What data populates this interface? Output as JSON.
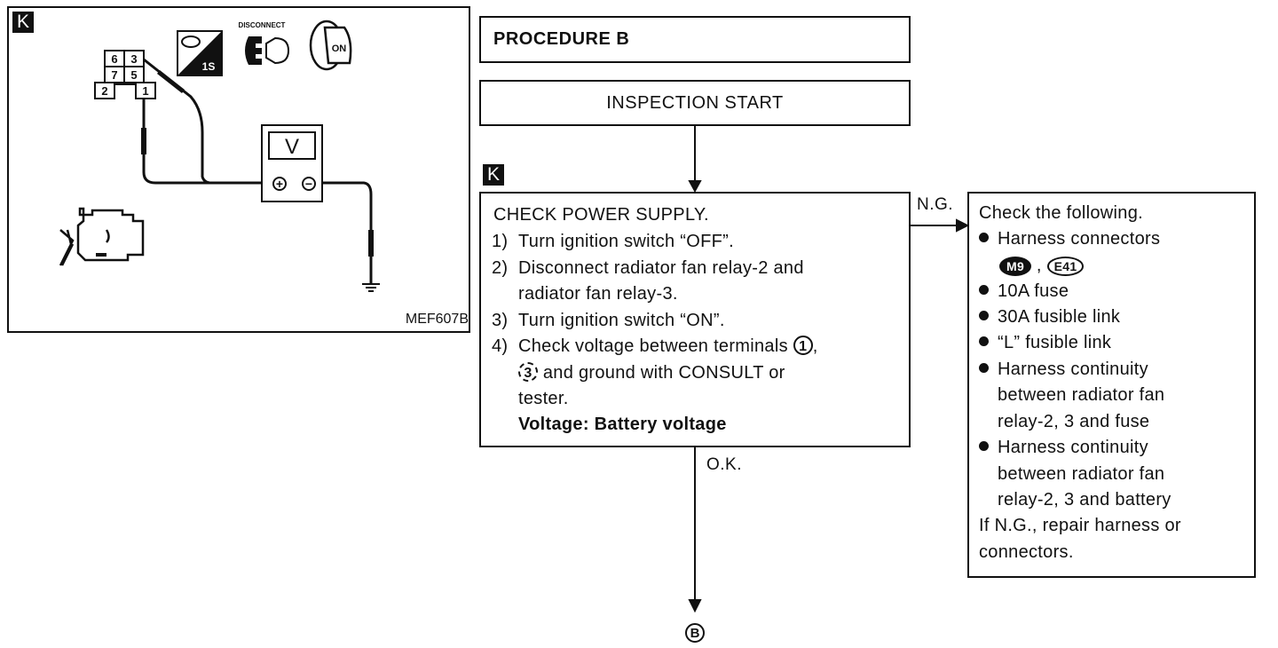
{
  "illustration": {
    "badge": "K",
    "connector_terminals": [
      "6",
      "3",
      "7",
      "5",
      "2",
      "1"
    ],
    "mode_icon_text": "1S",
    "disconnect_label": "DISCONNECT",
    "ignition_label": "ON",
    "meter_label": "V",
    "meter_plus": "+",
    "meter_minus": "−",
    "figure_code": "MEF607B",
    "icons": [
      "consult-mode-icon",
      "disconnect-connector-icon",
      "ignition-on-key-icon",
      "voltmeter-icon",
      "engine-icon",
      "ground-icon"
    ]
  },
  "flow": {
    "procedure_title": "PROCEDURE B",
    "start_label": "INSPECTION START",
    "step_badge": "K",
    "check": {
      "title": "CHECK POWER SUPPLY.",
      "steps": [
        {
          "num": "1)",
          "text": "Turn ignition switch “OFF”."
        },
        {
          "num": "2)",
          "text": "Disconnect radiator fan relay-2 and",
          "cont": "radiator fan relay-3."
        },
        {
          "num": "3)",
          "text": "Turn ignition switch “ON”."
        },
        {
          "num": "4)",
          "text": "Check voltage between terminals",
          "term1": "1",
          "term2": "3",
          "cont": "and ground with CONSULT or",
          "cont2": "tester."
        }
      ],
      "spec": "Voltage: Battery voltage"
    },
    "ng_label": "N.G.",
    "ok_label": "O.K.",
    "next_ref": "B",
    "ng_box": {
      "intro": "Check the following.",
      "items": [
        {
          "text": "Harness connectors",
          "connectors": [
            "M9",
            "E41"
          ]
        },
        {
          "text": "10A fuse"
        },
        {
          "text": "30A fusible link"
        },
        {
          "text": "“L” fusible link"
        },
        {
          "text": "Harness continuity",
          "cont": [
            "between radiator fan",
            "relay-2, 3 and fuse"
          ]
        },
        {
          "text": "Harness continuity",
          "cont": [
            "between radiator fan",
            "relay-2, 3 and battery"
          ]
        }
      ],
      "footer": [
        "If N.G., repair harness or",
        "connectors."
      ]
    }
  }
}
